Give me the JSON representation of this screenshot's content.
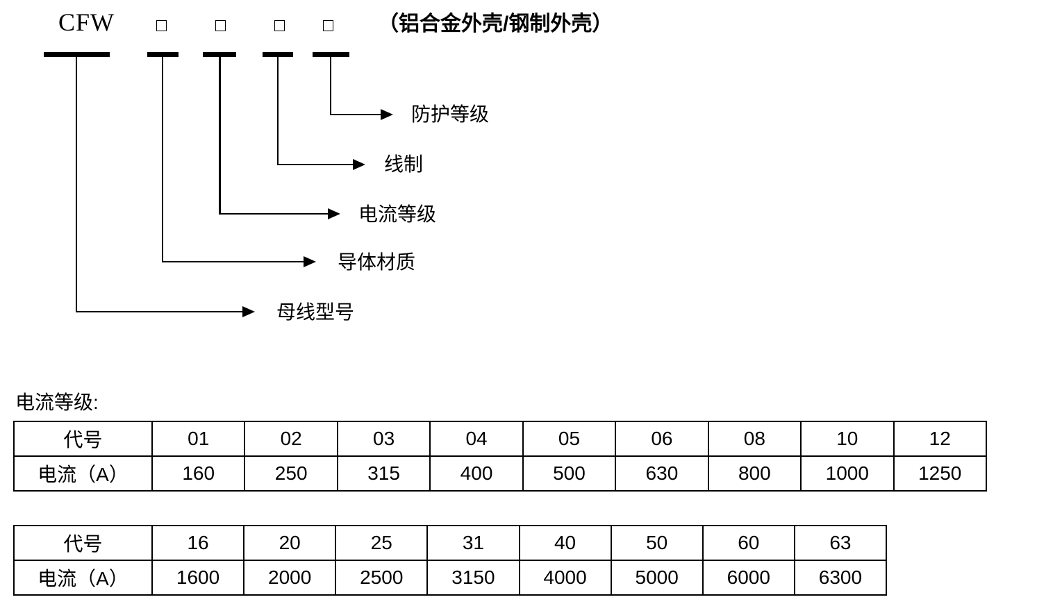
{
  "model_key": {
    "prefix": "CFW",
    "box_symbol": "□",
    "enclosure_note": "（铝合金外壳/钢制外壳）",
    "segment_labels": {
      "busbar_model": "母线型号",
      "conductor_material": "导体材质",
      "current_rating": "电流等级",
      "wire_system": "线制",
      "protection_rating": "防护等级"
    }
  },
  "current_rating_section": {
    "heading": "电流等级:",
    "table1": {
      "code_row_header": "代号",
      "current_row_header": "电流（A）",
      "codes": [
        "01",
        "02",
        "03",
        "04",
        "05",
        "06",
        "08",
        "10",
        "12"
      ],
      "currents": [
        "160",
        "250",
        "315",
        "400",
        "500",
        "630",
        "800",
        "1000",
        "1250"
      ]
    },
    "table2": {
      "code_row_header": "代号",
      "current_row_header": "电流（A）",
      "codes": [
        "16",
        "20",
        "25",
        "31",
        "40",
        "50",
        "60",
        "63"
      ],
      "currents": [
        "1600",
        "2000",
        "2500",
        "3150",
        "4000",
        "5000",
        "6000",
        "6300"
      ]
    }
  },
  "colors": {
    "ink": "#000000",
    "paper": "#ffffff"
  }
}
